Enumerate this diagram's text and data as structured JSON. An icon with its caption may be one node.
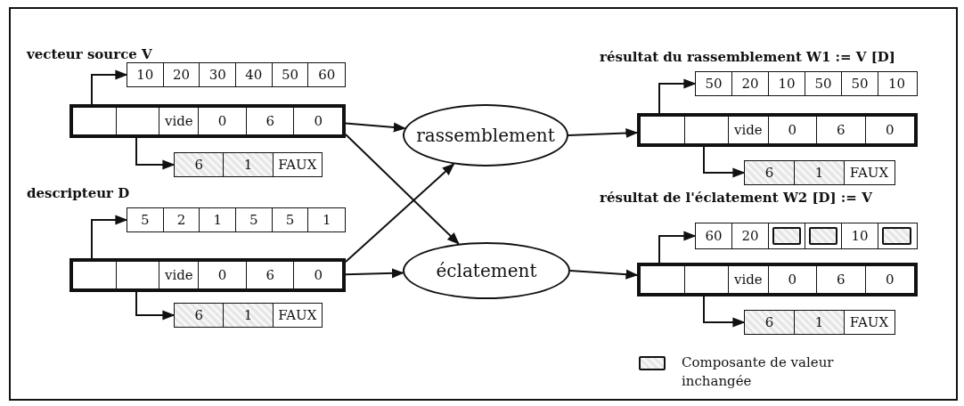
{
  "diagram": {
    "nodes": [
      {
        "text": [
          "10",
          "20",
          "30",
          "40",
          "50",
          "60"
        ]
      },
      {
        "text": [
          "vide",
          "0",
          "6",
          "0"
        ]
      },
      {
        "text": [
          "6",
          "1",
          "FAUX"
        ]
      },
      {
        "text": [
          "5",
          "2",
          "1",
          "5",
          "5",
          "1"
        ]
      },
      {
        "text": [
          "vide",
          "0",
          "6",
          "0"
        ]
      },
      {
        "text": [
          "6",
          "1",
          "FAUX"
        ]
      },
      {
        "text": [
          "rassemblement"
        ]
      },
      {
        "text": [
          "éclatement"
        ]
      },
      {
        "text": [
          "50",
          "20",
          "10",
          "50",
          "50",
          "10"
        ]
      },
      {
        "text": [
          "vide",
          "0",
          "6",
          "0"
        ]
      },
      {
        "text": [
          "6",
          "1",
          "FAUX"
        ]
      },
      {
        "text": [
          "60",
          "20",
          "10"
        ]
      },
      {
        "text": [
          "vide",
          "0",
          "6",
          "0"
        ]
      },
      {
        "text": [
          "6",
          "1",
          "FAUX"
        ]
      }
    ],
    "edges": [
      {
        "from": 1,
        "to": 0,
        "arrow": "to"
      },
      {
        "from": 1,
        "to": 2,
        "arrow": "to"
      },
      {
        "from": 4,
        "to": 3,
        "arrow": "to"
      },
      {
        "from": 4,
        "to": 5,
        "arrow": "to"
      },
      {
        "from": 1,
        "to": 6,
        "arrow": "to"
      },
      {
        "from": 1,
        "to": 7,
        "arrow": "to"
      },
      {
        "from": 4,
        "to": 6,
        "arrow": "to"
      },
      {
        "from": 4,
        "to": 7,
        "arrow": "to"
      },
      {
        "from": 6,
        "to": 9,
        "arrow": "to"
      },
      {
        "from": 9,
        "to": 8,
        "arrow": "to"
      },
      {
        "from": 9,
        "to": 10,
        "arrow": "to"
      },
      {
        "from": 7,
        "to": 12,
        "arrow": "to"
      },
      {
        "from": 12,
        "to": 11,
        "arrow": "to"
      },
      {
        "from": 12,
        "to": 13,
        "arrow": "to"
      }
    ],
    "labels": [
      "vecteur source V",
      "descripteur D",
      "résultat du rassemblement W1 := V [D]",
      "résultat de l'éclatement W2 [D] := V"
    ],
    "legend": [
      {
        "text": "Composante de valeur inchangée"
      }
    ]
  }
}
